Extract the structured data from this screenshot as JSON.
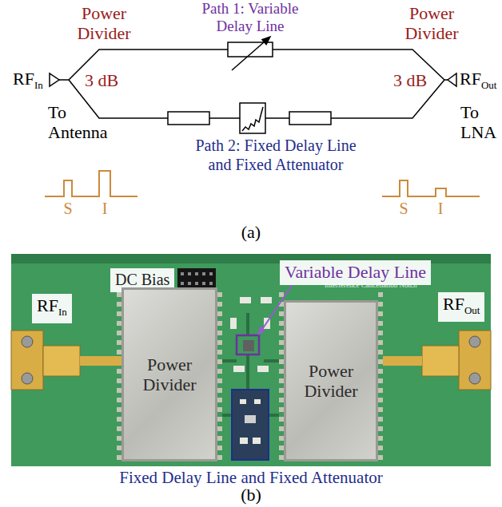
{
  "diagram": {
    "nodes": [
      {
        "text": [
          "DC Bias"
        ]
      },
      {
        "text": [
          "Variable Delay Line"
        ]
      },
      {
        "text": [
          "RF",
          "In"
        ]
      },
      {
        "text": [
          "Power Divider"
        ]
      },
      {
        "text": [
          "Power Divider"
        ]
      },
      {
        "text": [
          "RF",
          "Out"
        ]
      }
    ],
    "labels": [
      "Path 1: Variable Delay Line",
      "Power Divider",
      "Power Divider",
      "RF",
      "In",
      "3 dB",
      "3 dB",
      "RF",
      "Out",
      "To Antenna",
      "To LNA",
      "Path 2: Fixed Delay Line and Fixed Attenuator",
      "S",
      "I",
      "S",
      "I",
      "(a)",
      "Interference Cancellation Notch",
      "Fixed Delay Line and Fixed Attenuator",
      "(b)"
    ]
  }
}
